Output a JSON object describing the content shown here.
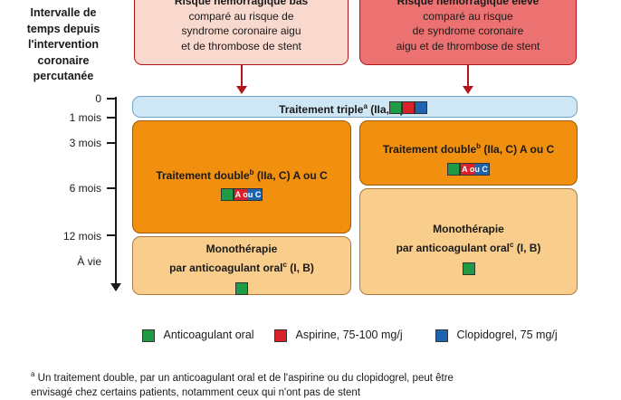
{
  "axis": {
    "title_lines": [
      "Intervalle de",
      "temps depuis",
      "l'intervention",
      "coronaire",
      "percutanée"
    ],
    "ticks": [
      "0",
      "1 mois",
      "3 mois",
      "6 mois",
      "12 mois",
      "À vie"
    ]
  },
  "risk": {
    "low": {
      "title": "Risque hémorragique bas",
      "l1": "comparé au risque de",
      "l2": "syndrome coronaire aigu",
      "l3": "et de thrombose de stent"
    },
    "high": {
      "title": "Risque hémorragique élevé",
      "l1": "comparé au risque",
      "l2": "de syndrome coronaire",
      "l3": "aigu et de thrombose de stent"
    }
  },
  "triple": {
    "label": "Traitement triple",
    "sup": "a",
    "rec": " (IIa, B)"
  },
  "dual": {
    "label": "Traitement double",
    "sup": "b",
    "rec": " (IIa, C) A ou C"
  },
  "mono": {
    "l1": "Monothérapie",
    "l2": "par anticoagulant oral",
    "sup": "c",
    "rec": " (I, B)"
  },
  "badge_text": "A ou C",
  "legend": {
    "anticoag": "Anticoagulant oral",
    "aspirin": "Aspirine, 75-100 mg/j",
    "clopi": "Clopidogrel, 75 mg/j"
  },
  "colors": {
    "anticoag": "#1f9a45",
    "aspirin": "#d9212a",
    "clopidogrel": "#1e63b0",
    "dual": "#f0900e",
    "mono": "#f9cd8c",
    "triple": "#cfe6f5"
  },
  "footnote": {
    "sup": "a",
    "line1": " Un traitement double, par un anticoagulant oral et de l'aspirine ou du clopidogrel, peut être",
    "line2": "envisagé chez certains patients, notamment ceux qui n'ont pas de stent"
  }
}
